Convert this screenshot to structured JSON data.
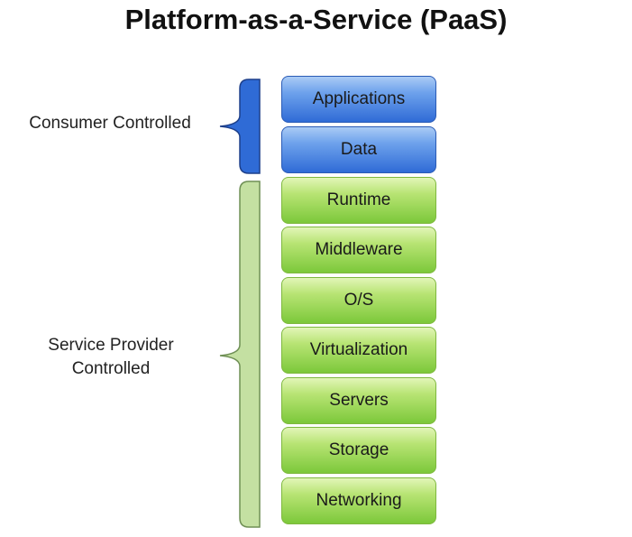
{
  "title": "Platform-as-a-Service (PaaS)",
  "groups": {
    "consumer": {
      "label": "Consumer Controlled",
      "color": "#2f6bd6"
    },
    "provider": {
      "label_line1": "Service Provider",
      "label_line2": "Controlled",
      "color": "#c4e0a2"
    }
  },
  "layers": [
    {
      "label": "Applications",
      "group": "consumer"
    },
    {
      "label": "Data",
      "group": "consumer"
    },
    {
      "label": "Runtime",
      "group": "provider"
    },
    {
      "label": "Middleware",
      "group": "provider"
    },
    {
      "label": "O/S",
      "group": "provider"
    },
    {
      "label": "Virtualization",
      "group": "provider"
    },
    {
      "label": "Servers",
      "group": "provider"
    },
    {
      "label": "Storage",
      "group": "provider"
    },
    {
      "label": "Networking",
      "group": "provider"
    }
  ]
}
